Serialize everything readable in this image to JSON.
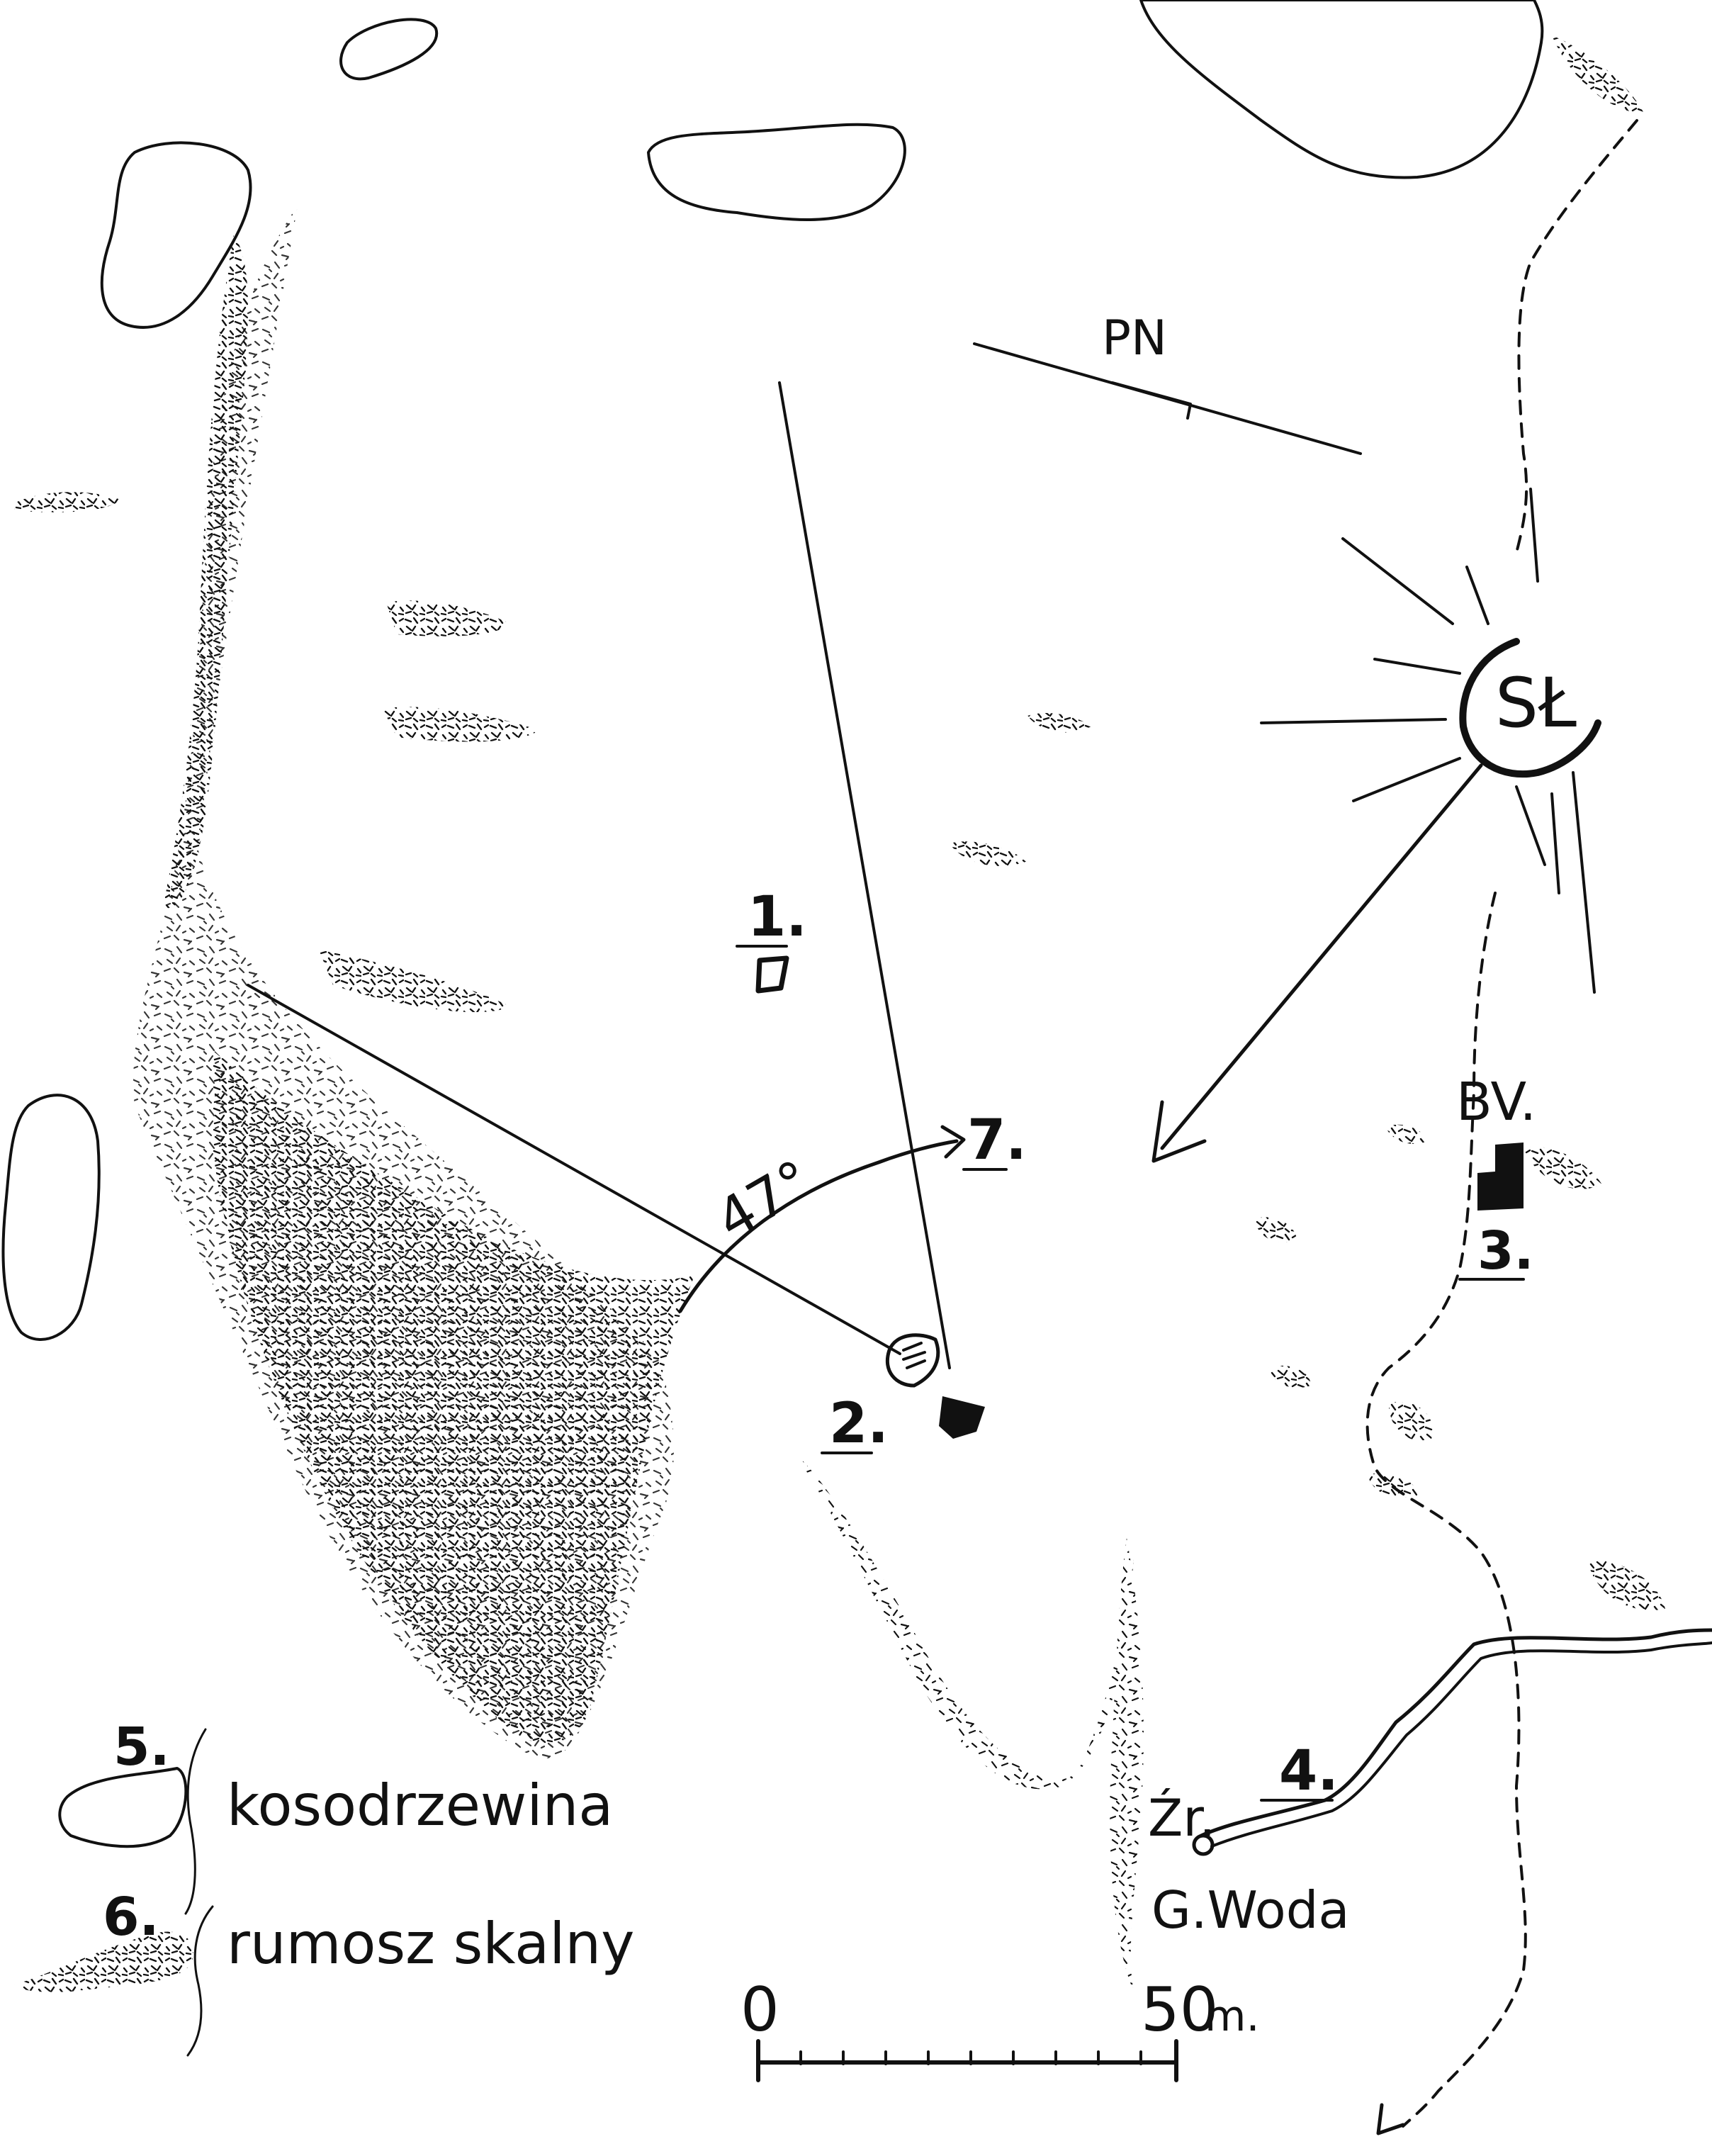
{
  "labels": {
    "north": "PN",
    "sun": "SŁ",
    "point_1": "1.",
    "point_2": "2.",
    "point_3": "3.",
    "point_4": "4.",
    "point_7": "7.",
    "angle": "47°",
    "building": "BV.",
    "spring_abbrev": "Źr.",
    "spring_name": "G.Woda"
  },
  "legend": {
    "item_5_number": "5.",
    "item_5_label": "kosodrzewina",
    "item_6_number": "6.",
    "item_6_label": "rumosz skalny"
  },
  "scale": {
    "start": "0",
    "end": "50",
    "unit": "m."
  },
  "colors": {
    "ink": "#111111",
    "paper": "#ffffff"
  }
}
